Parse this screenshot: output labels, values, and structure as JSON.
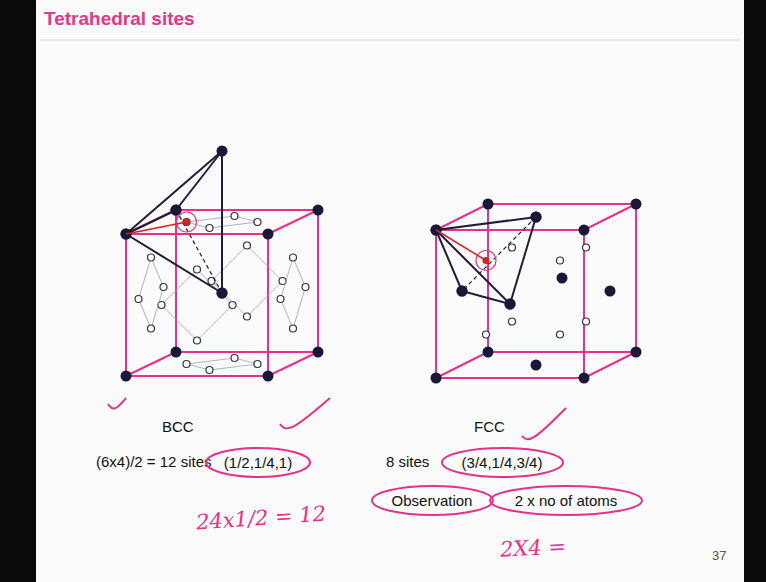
{
  "diagram": {
    "title": "Tetrahedral sites",
    "nodes": [
      {
        "text": [
          "(1/2,1/4,1)"
        ]
      },
      {
        "text": [
          "(3/4,1/4,3/4)"
        ]
      },
      {
        "text": [
          "Observation"
        ]
      },
      {
        "text": [
          "2 x no of atoms"
        ]
      }
    ],
    "labels": [
      "BCC",
      "(6x4)/2 = 12 sites",
      "24x1/2 = 12",
      "FCC",
      "8 sites",
      "2X4 =",
      "37"
    ]
  }
}
